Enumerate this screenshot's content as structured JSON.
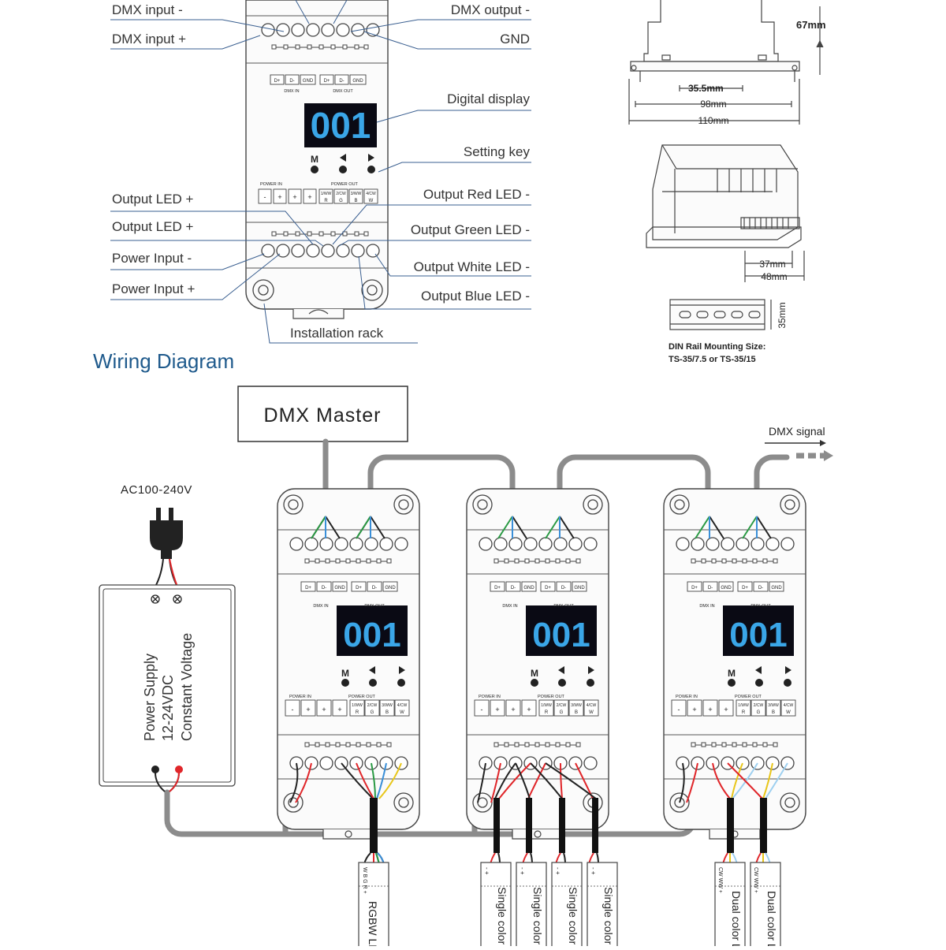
{
  "colors": {
    "ink": "#333333",
    "accent_title": "#1f5a8c",
    "display_bg": "#0a0a14",
    "display_digits": "#3aa6e8",
    "cable_gray": "#8c8c8c",
    "wire_red": "#e0262a",
    "wire_green": "#2a9a44",
    "wire_blue": "#3a8fd8",
    "wire_yellow": "#e8c61a",
    "wire_light_blue": "#9ed0f0"
  },
  "top_labels": {
    "dmx_input_minus": "DMX input -",
    "dmx_input_plus": "DMX input +",
    "dmx_output_minus": "DMX output -",
    "gnd": "GND",
    "digital_display": "Digital display",
    "setting_key": "Setting key",
    "output_led_plus_1": "Output LED +",
    "output_led_plus_2": "Output LED +",
    "power_input_minus": "Power Input -",
    "power_input_plus": "Power Input +",
    "output_red": "Output Red LED -",
    "output_green": "Output Green LED -",
    "output_white": "Output White LED -",
    "output_blue": "Output Blue LED -",
    "installation_rack": "Installation rack"
  },
  "device": {
    "display_value": "001",
    "key_m": "M",
    "dmx_terminals": [
      "D+",
      "D-",
      "GND",
      "D+",
      "D-",
      "GND"
    ],
    "dmx_in": "DMX IN",
    "dmx_out": "DMX OUT",
    "power_in": "POWER IN",
    "power_out": "POWER OUT",
    "power_terminals": [
      "-",
      "+",
      "+",
      "+"
    ],
    "channel_top": [
      "1/WW",
      "2/CW",
      "3/WW",
      "4/CW"
    ],
    "channel_bottom": [
      "R",
      "G",
      "B",
      "W"
    ]
  },
  "dimensions": {
    "d67": "67mm",
    "d35_5": "35.5mm",
    "d98": "98mm",
    "d110": "110mm",
    "d37": "37mm",
    "d48": "48mm",
    "d35": "35mm",
    "din_line1": "DIN Rail Mounting Size:",
    "din_line2": "TS-35/7.5 or TS-35/15"
  },
  "wiring": {
    "title": "Wiring Diagram",
    "dmx_master": "DMX Master",
    "dmx_signal": "DMX signal",
    "ac_input": "AC100-240V",
    "psu_line1": "Power Supply",
    "psu_line2": "12-24VDC",
    "psu_line3": "Constant Voltage",
    "strip_rgbw": "RGBW LE",
    "strip_single": "Single color L",
    "strip_dual": "Dual color L",
    "pins_rgbw": "W B G R +",
    "pins_single": "- +",
    "pins_dual": "CW WW +"
  }
}
